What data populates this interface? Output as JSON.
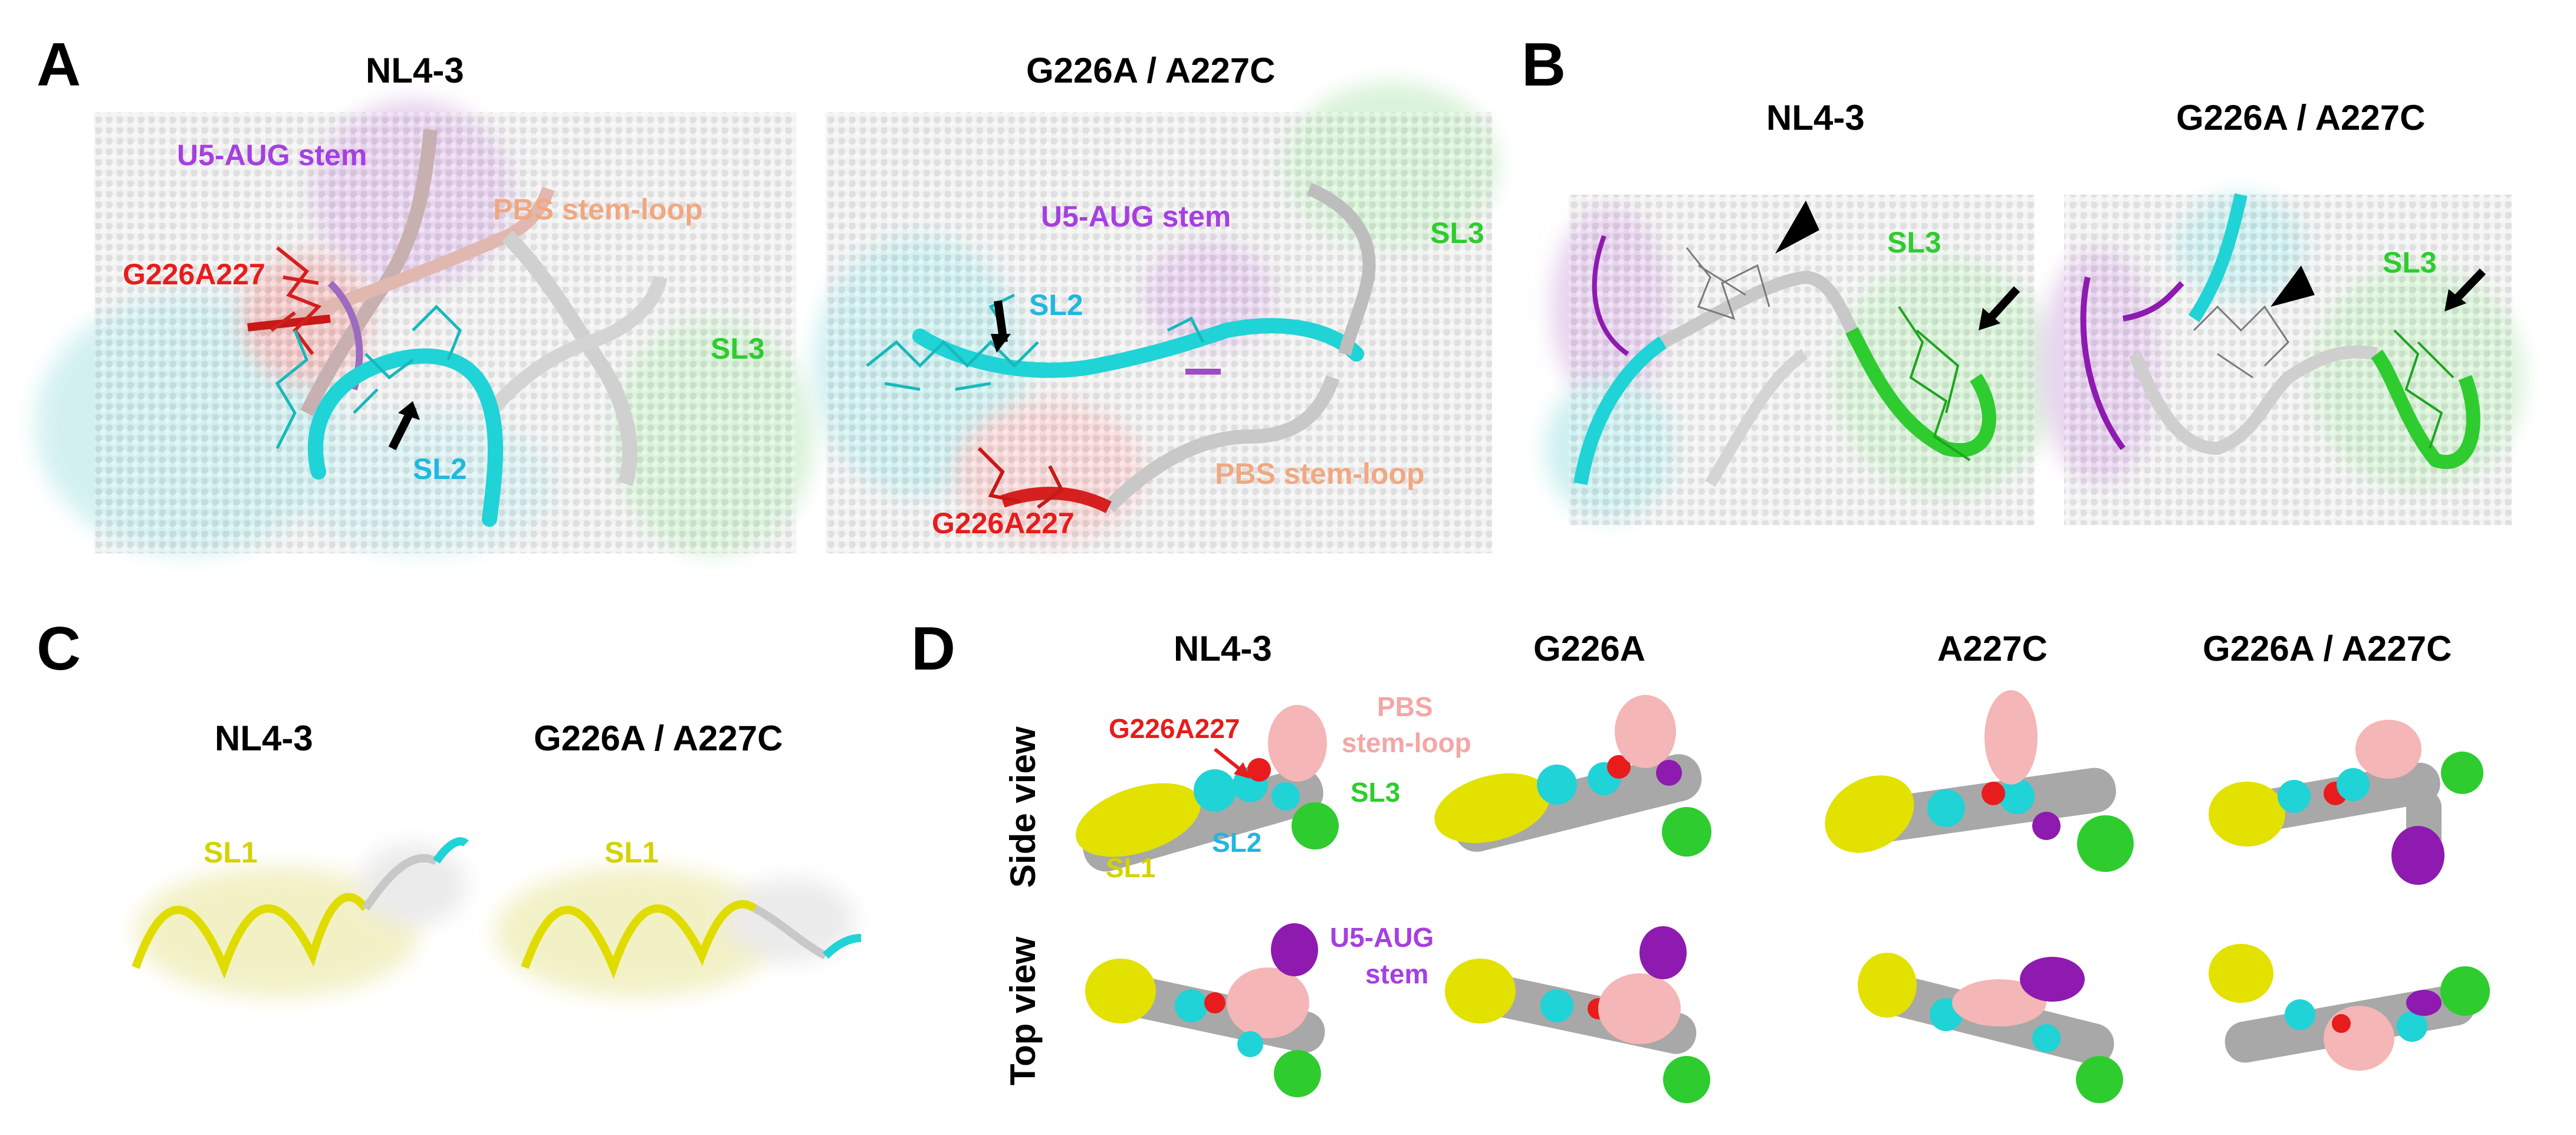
{
  "figure": {
    "colors": {
      "sl1": "#e6e600",
      "sl2": "#1fd3d6",
      "sl3": "#2ecc2e",
      "u5aug": "#8e1ab0",
      "pbs": "#f4b6b6",
      "mutation": "#e81c1c",
      "backbone": "#b5b5b5"
    },
    "panel_a": {
      "letter": "A",
      "left_title": "NL4-3",
      "right_title": "G226A / A227C",
      "left_labels": {
        "u5aug": "U5-AUG stem",
        "pbs": "PBS  stem-loop",
        "mut": "G226A227",
        "sl2": "SL2",
        "sl3": "SL3"
      },
      "right_labels": {
        "u5aug": "U5-AUG stem",
        "sl3": "SL3",
        "sl2": "SL2",
        "pbs": "PBS  stem-loop",
        "mut": "G226A227"
      }
    },
    "panel_b": {
      "letter": "B",
      "left_title": "NL4-3",
      "right_title": "G226A / A227C",
      "left_sl3": "SL3",
      "right_sl3": "SL3"
    },
    "panel_c": {
      "letter": "C",
      "left_title": "NL4-3",
      "right_title": "G226A / A227C",
      "left_sl1": "SL1",
      "right_sl1": "SL1"
    },
    "panel_d": {
      "letter": "D",
      "columns": [
        "NL4-3",
        "G226A",
        "A227C",
        "G226A / A227C"
      ],
      "rows": [
        "Side view",
        "Top view"
      ],
      "labels": {
        "mut": "G226A227",
        "pbs_line1": "PBS",
        "pbs_line2": "stem-loop",
        "sl3": "SL3",
        "sl1": "SL1",
        "sl2": "SL2",
        "u5_line1": "U5-AUG",
        "u5_line2": "stem"
      }
    }
  }
}
